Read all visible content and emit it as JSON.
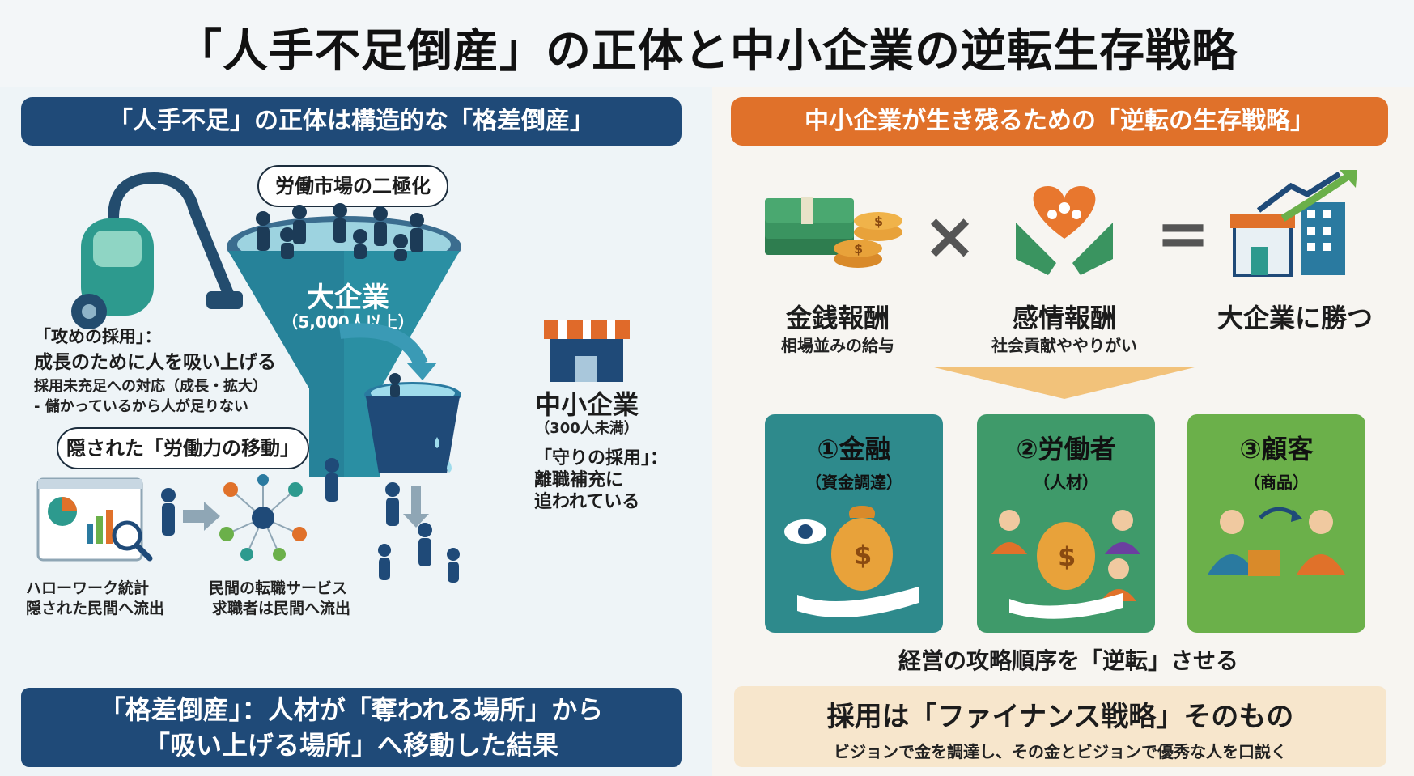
{
  "title": "「人手不足倒産」の正体と中小企業の逆転生存戦略",
  "left": {
    "banner": "「人手不足」の正体は構造的な「格差倒産」",
    "polarization_bubble": "労働市場の二極化",
    "big_company": {
      "name": "大企業",
      "size": "（5,000人以上）"
    },
    "attack_hiring": {
      "heading_1": "「攻めの採用」：",
      "heading_2": "成長のために人を吸い上げる",
      "note_1": "採用未充足への対応（成長・拡大）",
      "note_2": "- 儲かっているから人が足りない"
    },
    "small_company": {
      "name": "中小企業",
      "size": "（300人未満）"
    },
    "defense_hiring": {
      "line_1": "「守りの採用」：",
      "line_2": "離職補充に",
      "line_3": "追われている"
    },
    "hidden_bubble": "隠された「労働力の移動」",
    "hellowork": {
      "line_1": "ハローワーク統計",
      "line_2": "隠された民間へ流出"
    },
    "private_service": {
      "line_1": "民間の転職サービス",
      "line_2": "求職者は民間へ流出"
    },
    "bottom": {
      "line_1": "「格差倒産」：人材が「奪われる場所」から",
      "line_2": "「吸い上げる場所」へ移動した結果"
    }
  },
  "right": {
    "banner": "中小企業が生き残るための「逆転の生存戦略」",
    "equation": {
      "money": {
        "label": "金銭報酬",
        "sub": "相場並みの給与"
      },
      "times": "×",
      "emotion": {
        "label": "感情報酬",
        "sub": "社会貢献ややりがい"
      },
      "equals": "=",
      "win": {
        "label": "大企業に勝つ"
      }
    },
    "cards": [
      {
        "num": "①金融",
        "sub": "（資金調達）",
        "color": "#2e8a8c"
      },
      {
        "num": "②労働者",
        "sub": "（人材）",
        "color": "#3f9a6a"
      },
      {
        "num": "③顧客",
        "sub": "（商品）",
        "color": "#6bb04a"
      }
    ],
    "reverse_caption": "経営の攻略順序を「逆転」させる",
    "bottom": {
      "title": "採用は「ファイナンス戦略」そのもの",
      "sub": "ビジョンで金を調達し、その金とビジョンで優秀な人を口説く"
    }
  },
  "colors": {
    "navy": "#1f4a78",
    "orange": "#e0712a",
    "teal": "#2e8a8c",
    "green": "#6bb04a"
  },
  "icons": [
    "vacuum-icon",
    "funnel-icon",
    "person-icon",
    "bucket-icon",
    "shop-icon",
    "chart-dashboard-icon",
    "network-icon",
    "money-stack-icon",
    "heart-hands-icon",
    "buildings-growth-icon",
    "eye-icon",
    "money-bag-icon",
    "handshake-icon",
    "box-icon"
  ]
}
